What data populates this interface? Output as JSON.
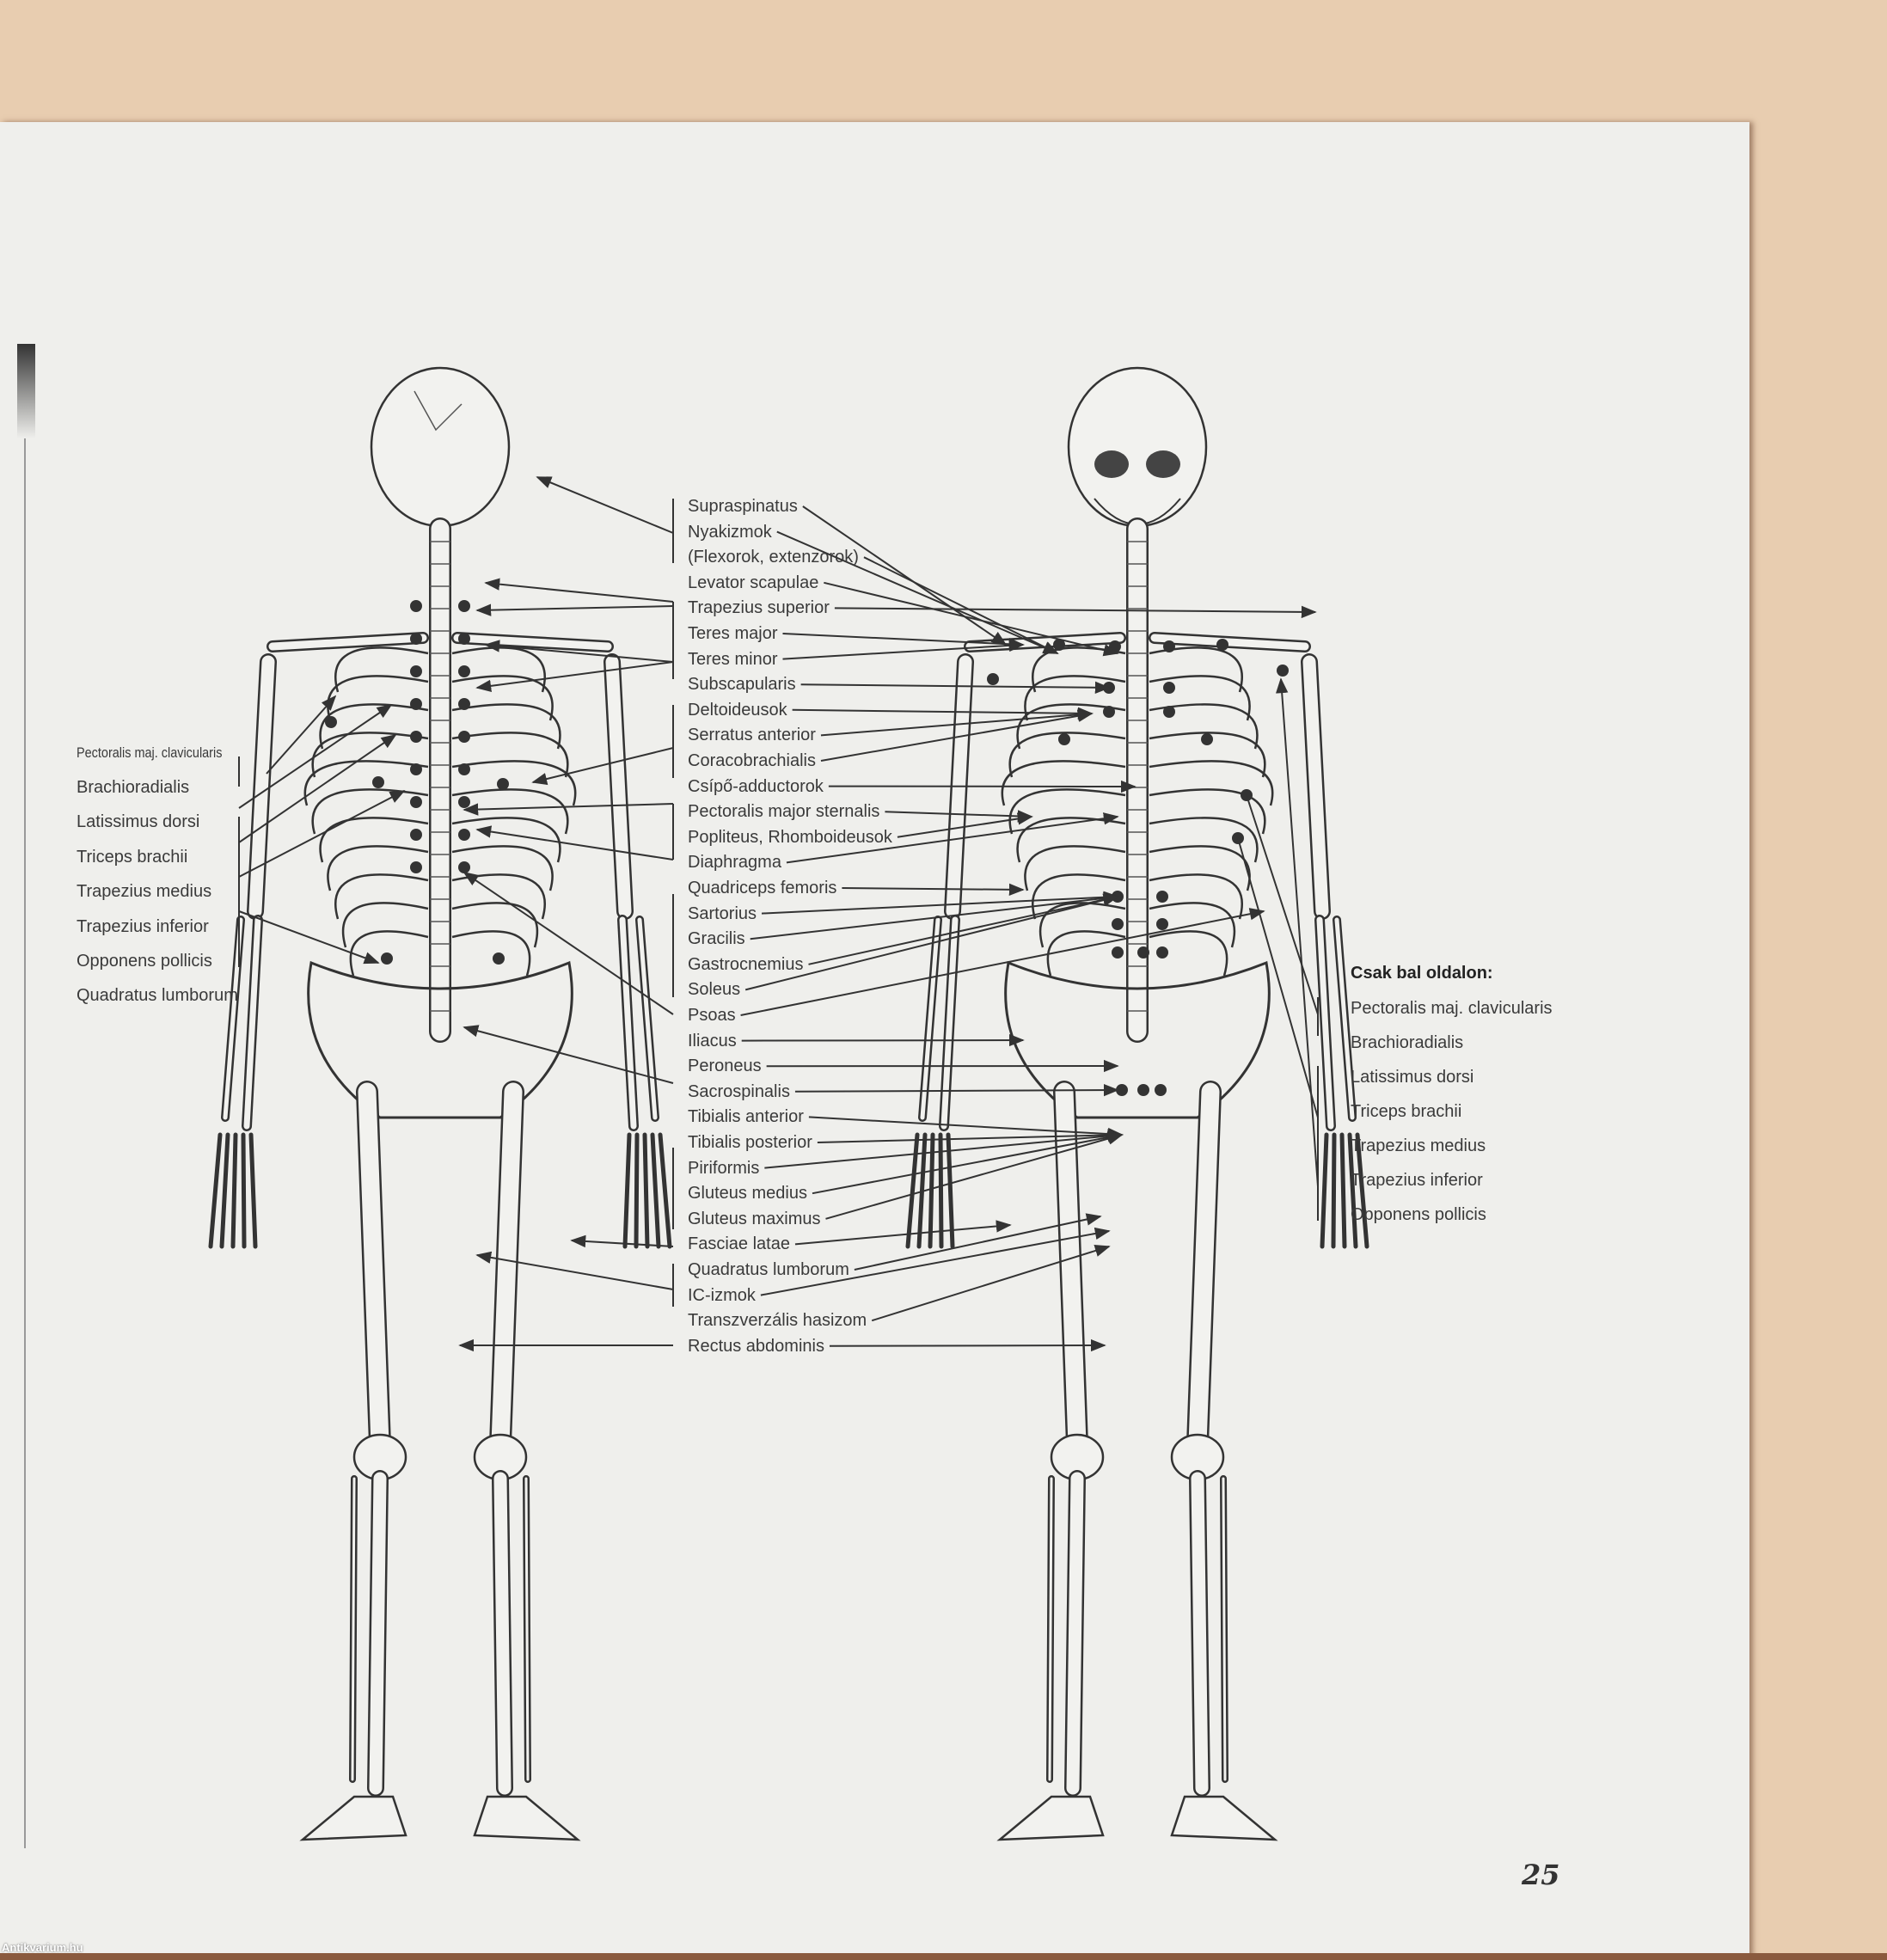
{
  "center_labels": [
    "Supraspinatus",
    "Nyakizmok",
    "(Flexorok, extenzorok)",
    "Levator scapulae",
    "Trapezius superior",
    "Teres major",
    "Teres minor",
    "Subscapularis",
    "Deltoideusok",
    "Serratus anterior",
    "Coracobrachialis",
    "Csípő-adductorok",
    "Pectoralis major sternalis",
    "Popliteus, Rhomboideusok",
    "Diaphragma",
    "Quadriceps femoris",
    "Sartorius",
    "Gracilis",
    "Gastrocnemius",
    "Soleus",
    "Psoas",
    "Iliacus",
    "Peroneus",
    "Sacrospinalis",
    "Tibialis anterior",
    "Tibialis posterior",
    "Piriformis",
    "Gluteus medius",
    "Gluteus maximus",
    "Fasciae latae",
    "Quadratus lumborum",
    "IC-izmok",
    "Transzverzális hasizom",
    "Rectus abdominis"
  ],
  "left_labels": [
    "Pectoralis maj. clavicularis",
    "Brachioradialis",
    "Latissimus dorsi",
    "Triceps brachii",
    "Trapezius medius",
    "Trapezius inferior",
    "Opponens pollicis",
    "Quadratus lumborum"
  ],
  "right_title": "Csak bal oldalon:",
  "right_labels": [
    "Pectoralis maj. clavicularis",
    "Brachioradialis",
    "Latissimus dorsi",
    "Triceps brachii",
    "Trapezius medius",
    "Trapezius inferior",
    "Opponens pollicis"
  ],
  "page_number": "25",
  "watermark": "Antikvarium.hu"
}
